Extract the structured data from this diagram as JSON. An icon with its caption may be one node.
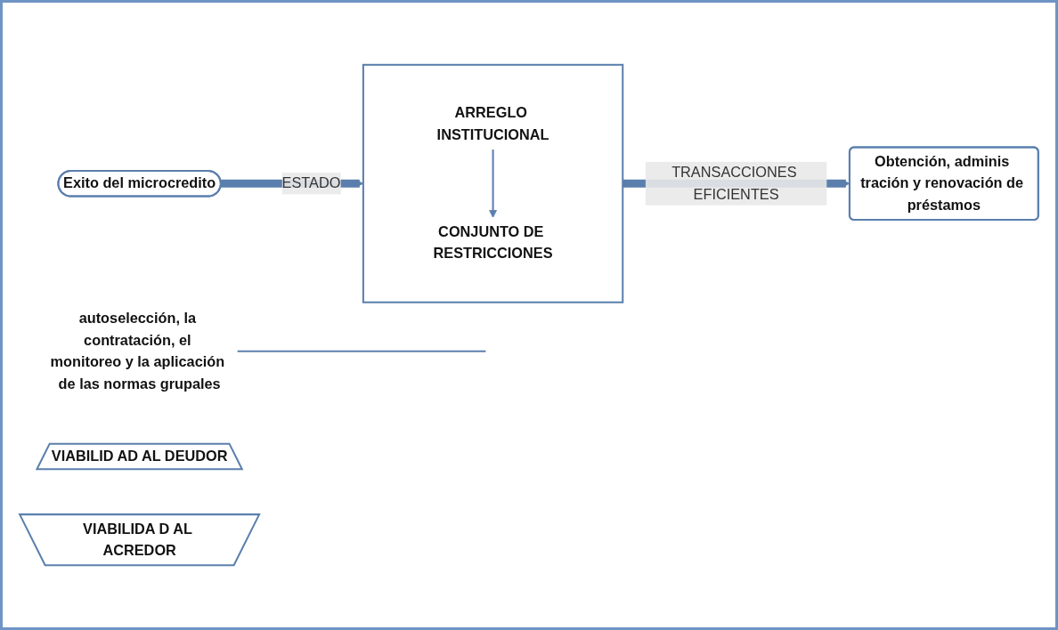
{
  "diagram": {
    "nodes": [
      {
        "text": [
          "Exito del microcredito"
        ]
      },
      {
        "text": [],
        "shape": "box"
      },
      {
        "text": [
          "ARREGLO INSTITUCIONAL"
        ],
        "in": 1
      },
      {
        "text": [
          "CONJUNTO DE RESTRICCIONES"
        ],
        "in": 1
      },
      {
        "text": [
          "autoselección, la contratación, el monitoreo y la aplicación de las normas grupales"
        ]
      },
      {
        "text": [
          "Obtención, adminis tración y renovación de préstamos"
        ]
      },
      {
        "text": [
          "VIABILID AD AL DEUDOR"
        ]
      },
      {
        "text": [
          "VIABILIDA D AL ACREDOR"
        ]
      }
    ],
    "edges": [
      {
        "from": 0,
        "to": 1,
        "arrow": "to",
        "label": "ESTADO",
        "style": "thick"
      },
      {
        "from": 2,
        "to": 3,
        "arrow": "to"
      },
      {
        "from": 1,
        "to": 5,
        "arrow": "to",
        "label": "TRANSACCIONES EFICIENTES",
        "style": "thick"
      },
      {
        "from": 4,
        "to": null,
        "arrow": "none"
      }
    ]
  }
}
